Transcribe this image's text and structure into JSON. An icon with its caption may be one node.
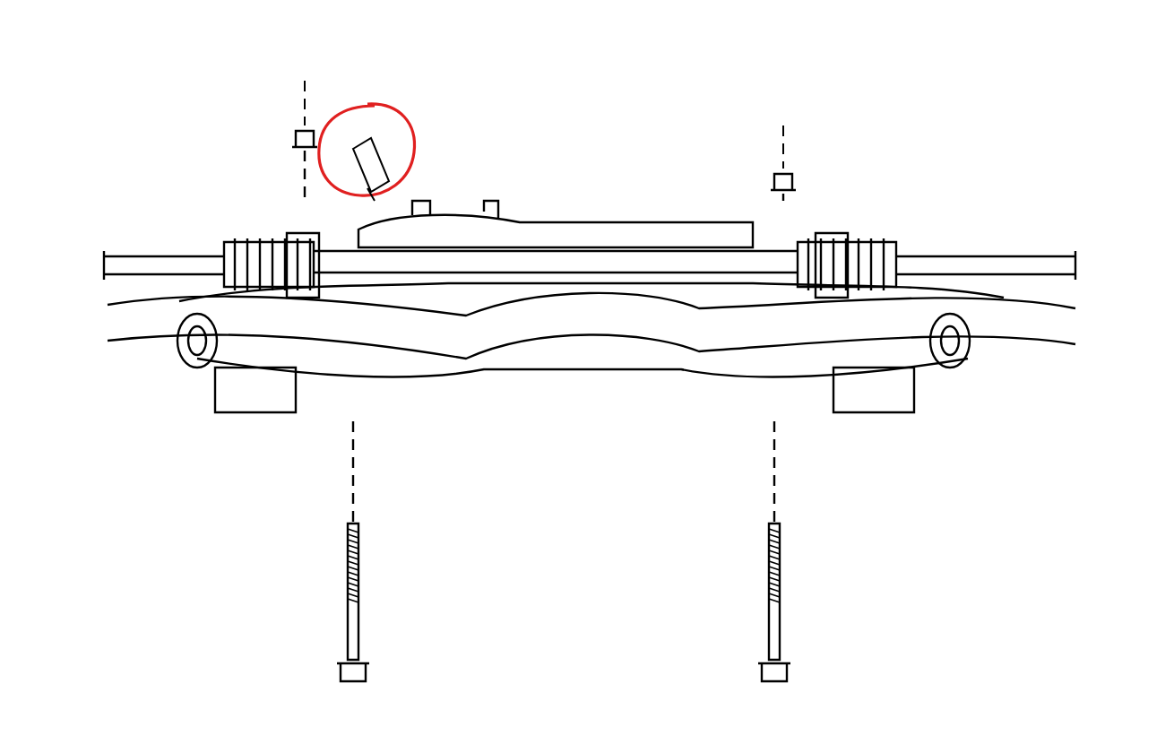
{
  "diagram": {
    "nodes": [
      {
        "text": [],
        "shape": "picture"
      },
      {
        "text": [],
        "shape": "picture"
      },
      {
        "text": [],
        "shape": "picture"
      },
      {
        "text": [],
        "shape": "circle"
      },
      {
        "text": [],
        "shape": "picture"
      },
      {
        "text": [],
        "shape": "picture"
      }
    ],
    "edges": [
      {
        "from": 1,
        "to": 0,
        "arrow": "none",
        "style": "dashed"
      },
      {
        "from": 2,
        "to": 0,
        "arrow": "none",
        "style": "dashed"
      },
      {
        "from": 0,
        "to": 4,
        "arrow": "none",
        "style": "dashed"
      },
      {
        "from": 0,
        "to": 5,
        "arrow": "none",
        "style": "dashed"
      }
    ]
  }
}
